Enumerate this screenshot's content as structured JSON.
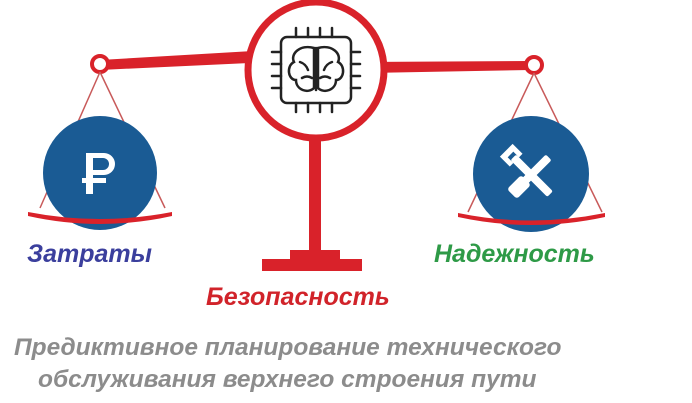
{
  "labels": {
    "cost": "Затраты",
    "reliability": "Надежность",
    "safety": "Безопасность"
  },
  "caption": {
    "line1": "Предиктивное планирование технического",
    "line2": "обслуживания верхнего строения пути"
  },
  "icons": {
    "left_pan": "ruble-sign-icon",
    "right_pan": "wrench-screwdriver-icon",
    "center": "brain-chip-icon"
  },
  "colors": {
    "scale_red": "#d9222a",
    "circle_blue": "#1a5b94",
    "cost_text": "#3b3f9d",
    "reliability_text": "#2e9a47",
    "safety_text": "#d1232a",
    "caption_text": "#8c8c8c"
  }
}
